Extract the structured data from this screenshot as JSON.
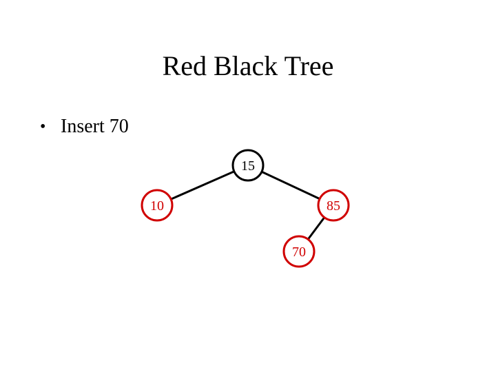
{
  "title": "Red Black Tree",
  "bullets": [
    {
      "symbol": "•",
      "text": "Insert 70"
    }
  ],
  "tree": {
    "colors": {
      "black": "#000000",
      "red": "#d00000",
      "node_fill": "#ffffff"
    },
    "nodes": [
      {
        "id": "n15",
        "label": "15",
        "color": "black"
      },
      {
        "id": "n10",
        "label": "10",
        "color": "red"
      },
      {
        "id": "n85",
        "label": "85",
        "color": "red"
      },
      {
        "id": "n70",
        "label": "70",
        "color": "red"
      }
    ],
    "edges": [
      {
        "from": "n15",
        "to": "n10"
      },
      {
        "from": "n15",
        "to": "n85"
      },
      {
        "from": "n85",
        "to": "n70"
      }
    ]
  }
}
